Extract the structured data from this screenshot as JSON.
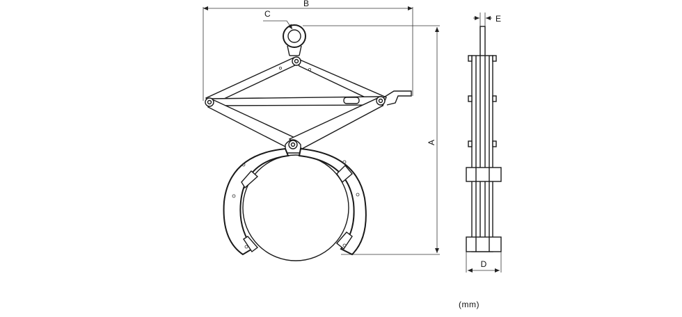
{
  "labels": {
    "dim_a": "A",
    "dim_b": "B",
    "dim_c": "C",
    "dim_d": "D",
    "dim_e": "E"
  },
  "unit_note": "(mm)",
  "colors": {
    "line": "#1a1a1a",
    "background": "#ffffff"
  }
}
